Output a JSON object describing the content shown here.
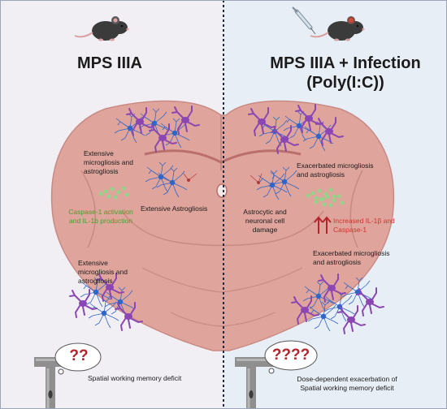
{
  "left": {
    "title": "MPS IIIA",
    "label_top": "Extensive microgliosis and astrogliosis",
    "label_center": "Extensive Astrogliosis",
    "label_green": "Caspase-1 activation and IL-1b production",
    "label_bottom": "Extensive microgliosis and astrogliosis",
    "footer": "Spatial working memory deficit",
    "bubble_text": "??"
  },
  "right": {
    "title_line1": "MPS IIIA + Infection",
    "title_line2": "(Poly(I:C))",
    "label_top": "Exacerbated microgliosis and astrogliosis",
    "label_center": "Astrocytic and neuronal cell damage",
    "label_red": "Increased IL-1β and Caspase-1",
    "label_bottom": "Exacerbated microgliosis and astrogliosis",
    "footer": "Dose-dependent exacerbation of Spatial working memory deficit",
    "bubble_text": "????"
  },
  "colors": {
    "brain": "#dfa49c",
    "brain_outline": "#c98a83",
    "microglia": "#8b46b4",
    "astrocyte": "#2f66c9",
    "green_text": "#4aa02c",
    "red_text": "#d2332e"
  }
}
